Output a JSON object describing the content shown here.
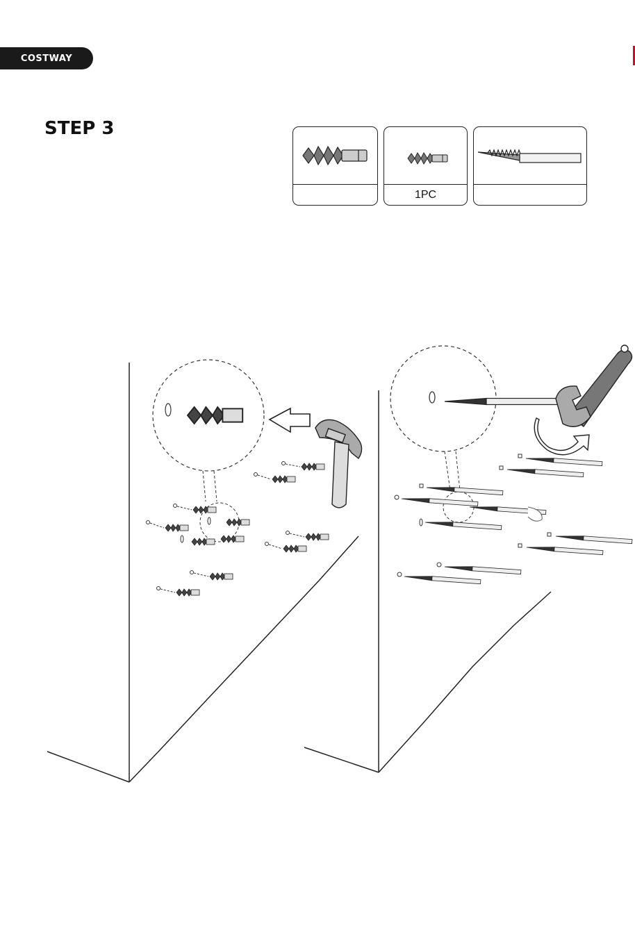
{
  "header": {
    "brand": "COSTWAY"
  },
  "step": {
    "title": "STEP 3"
  },
  "parts": [
    {
      "icon": "wall-anchor-large-icon",
      "qty": ""
    },
    {
      "icon": "wall-anchor-small-icon",
      "qty": "1PC"
    },
    {
      "icon": "lag-screw-icon",
      "qty": ""
    }
  ],
  "colors": {
    "brand_bg": "#1a1a1a",
    "accent": "#c8102e",
    "line": "#222222"
  }
}
